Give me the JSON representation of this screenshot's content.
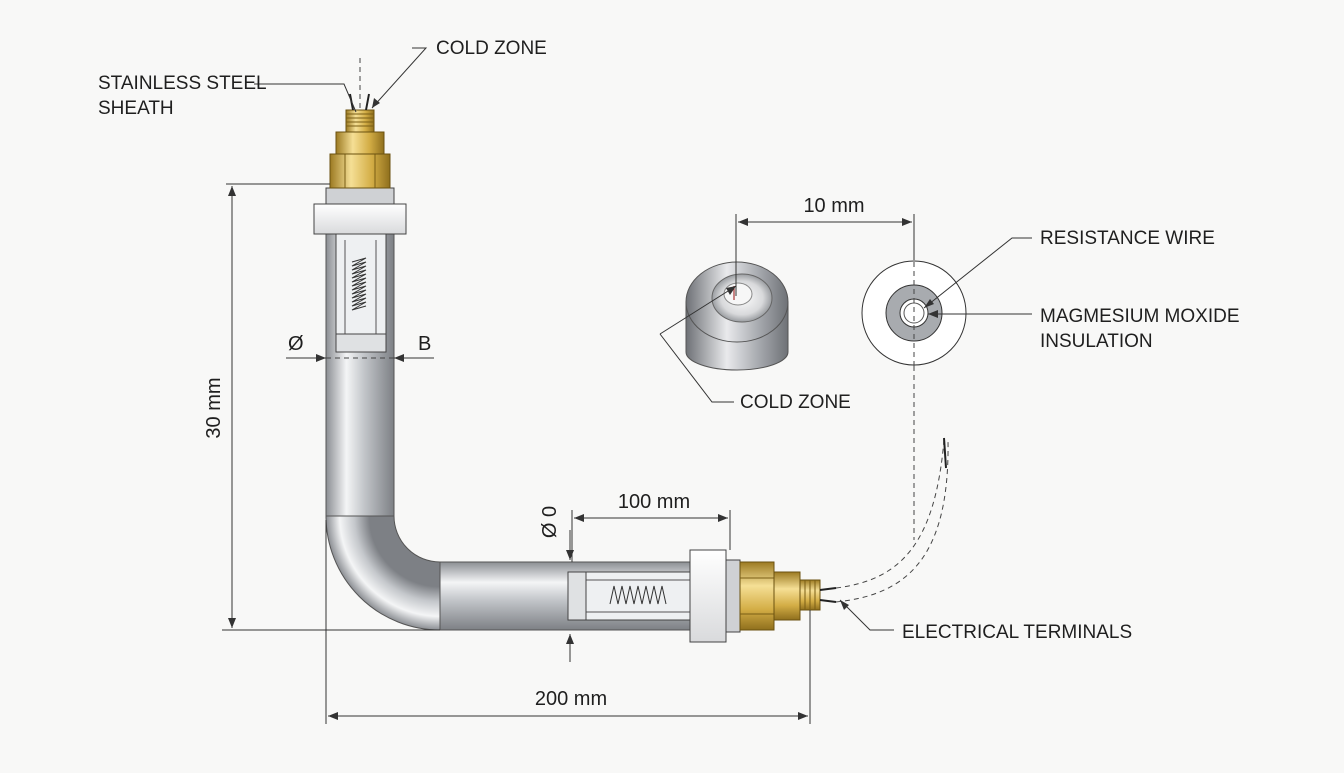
{
  "labels": {
    "stainless_line1": "STAINLESS STEEL",
    "stainless_line2": "SHEATH",
    "cold_zone_top": "COLD ZONE",
    "resistance_wire": "RESISTANCE WIRE",
    "magnesium_line1": "MAGMESIUM MOXIDE",
    "magnesium_line2": "INSULATION",
    "cold_zone_section": "COLD ZONE",
    "electrical_terminals": "ELECTRICAL TERMINALS"
  },
  "dimensions": {
    "height": "30 mm",
    "width": "200 mm",
    "straight_length": "100 mm",
    "section_spacing": "10 mm",
    "diameter_left": "Ø",
    "diameter_right": "B",
    "diameter_horizontal": "Ø 0"
  },
  "colors": {
    "steel_light": "#f2f3f4",
    "steel_mid": "#b9bcc0",
    "steel_dark": "#7d8085",
    "brass_light": "#f3d98a",
    "brass_dark": "#a9862b",
    "line": "#333333",
    "background": "#f8f8f7"
  }
}
